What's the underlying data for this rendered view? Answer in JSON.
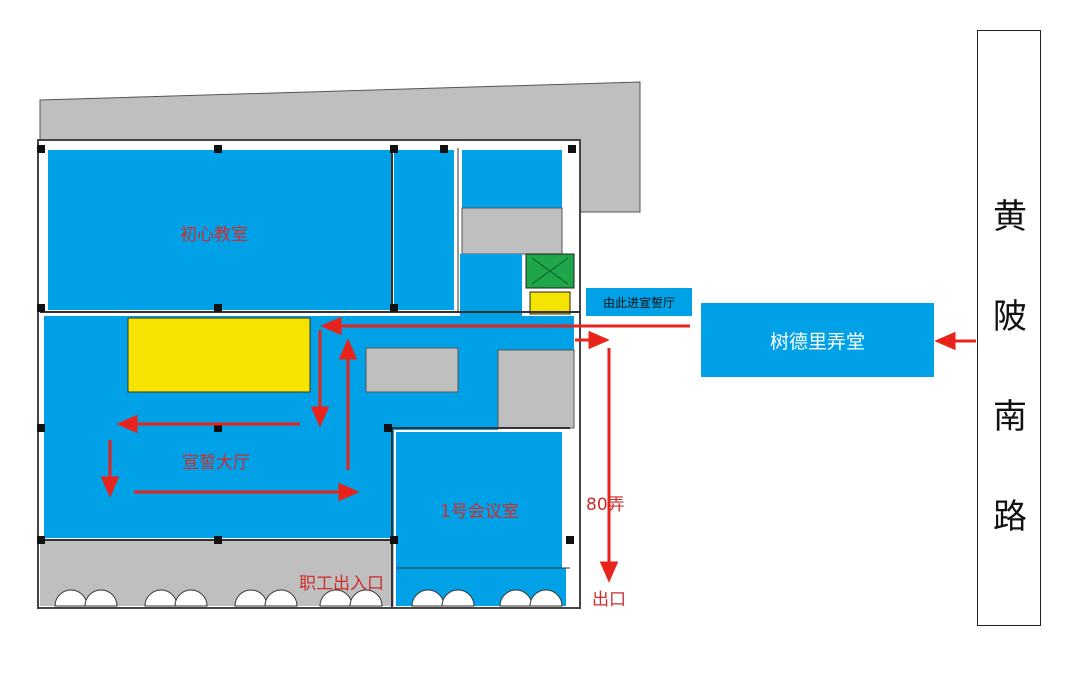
{
  "road": {
    "chars": [
      "黄",
      "陂",
      "南",
      "路"
    ]
  },
  "shudeli_hall": {
    "label": "树德里弄堂"
  },
  "entry_note": {
    "label": "由此进宣誓厅"
  },
  "rooms": {
    "classroom": "初心教室",
    "oath_hall": "宣誓大厅",
    "meeting_room": "1号会议室"
  },
  "labels": {
    "alley": "80弄",
    "exit": "出口",
    "staff_entrance": "职工出入口"
  },
  "colors": {
    "room_blue": "#00a1e6",
    "exhibit_yellow": "#f5e400",
    "elevator_green": "#1fa64a",
    "arrow_red": "#e8231c",
    "wall_gray": "#bfbfbf"
  }
}
